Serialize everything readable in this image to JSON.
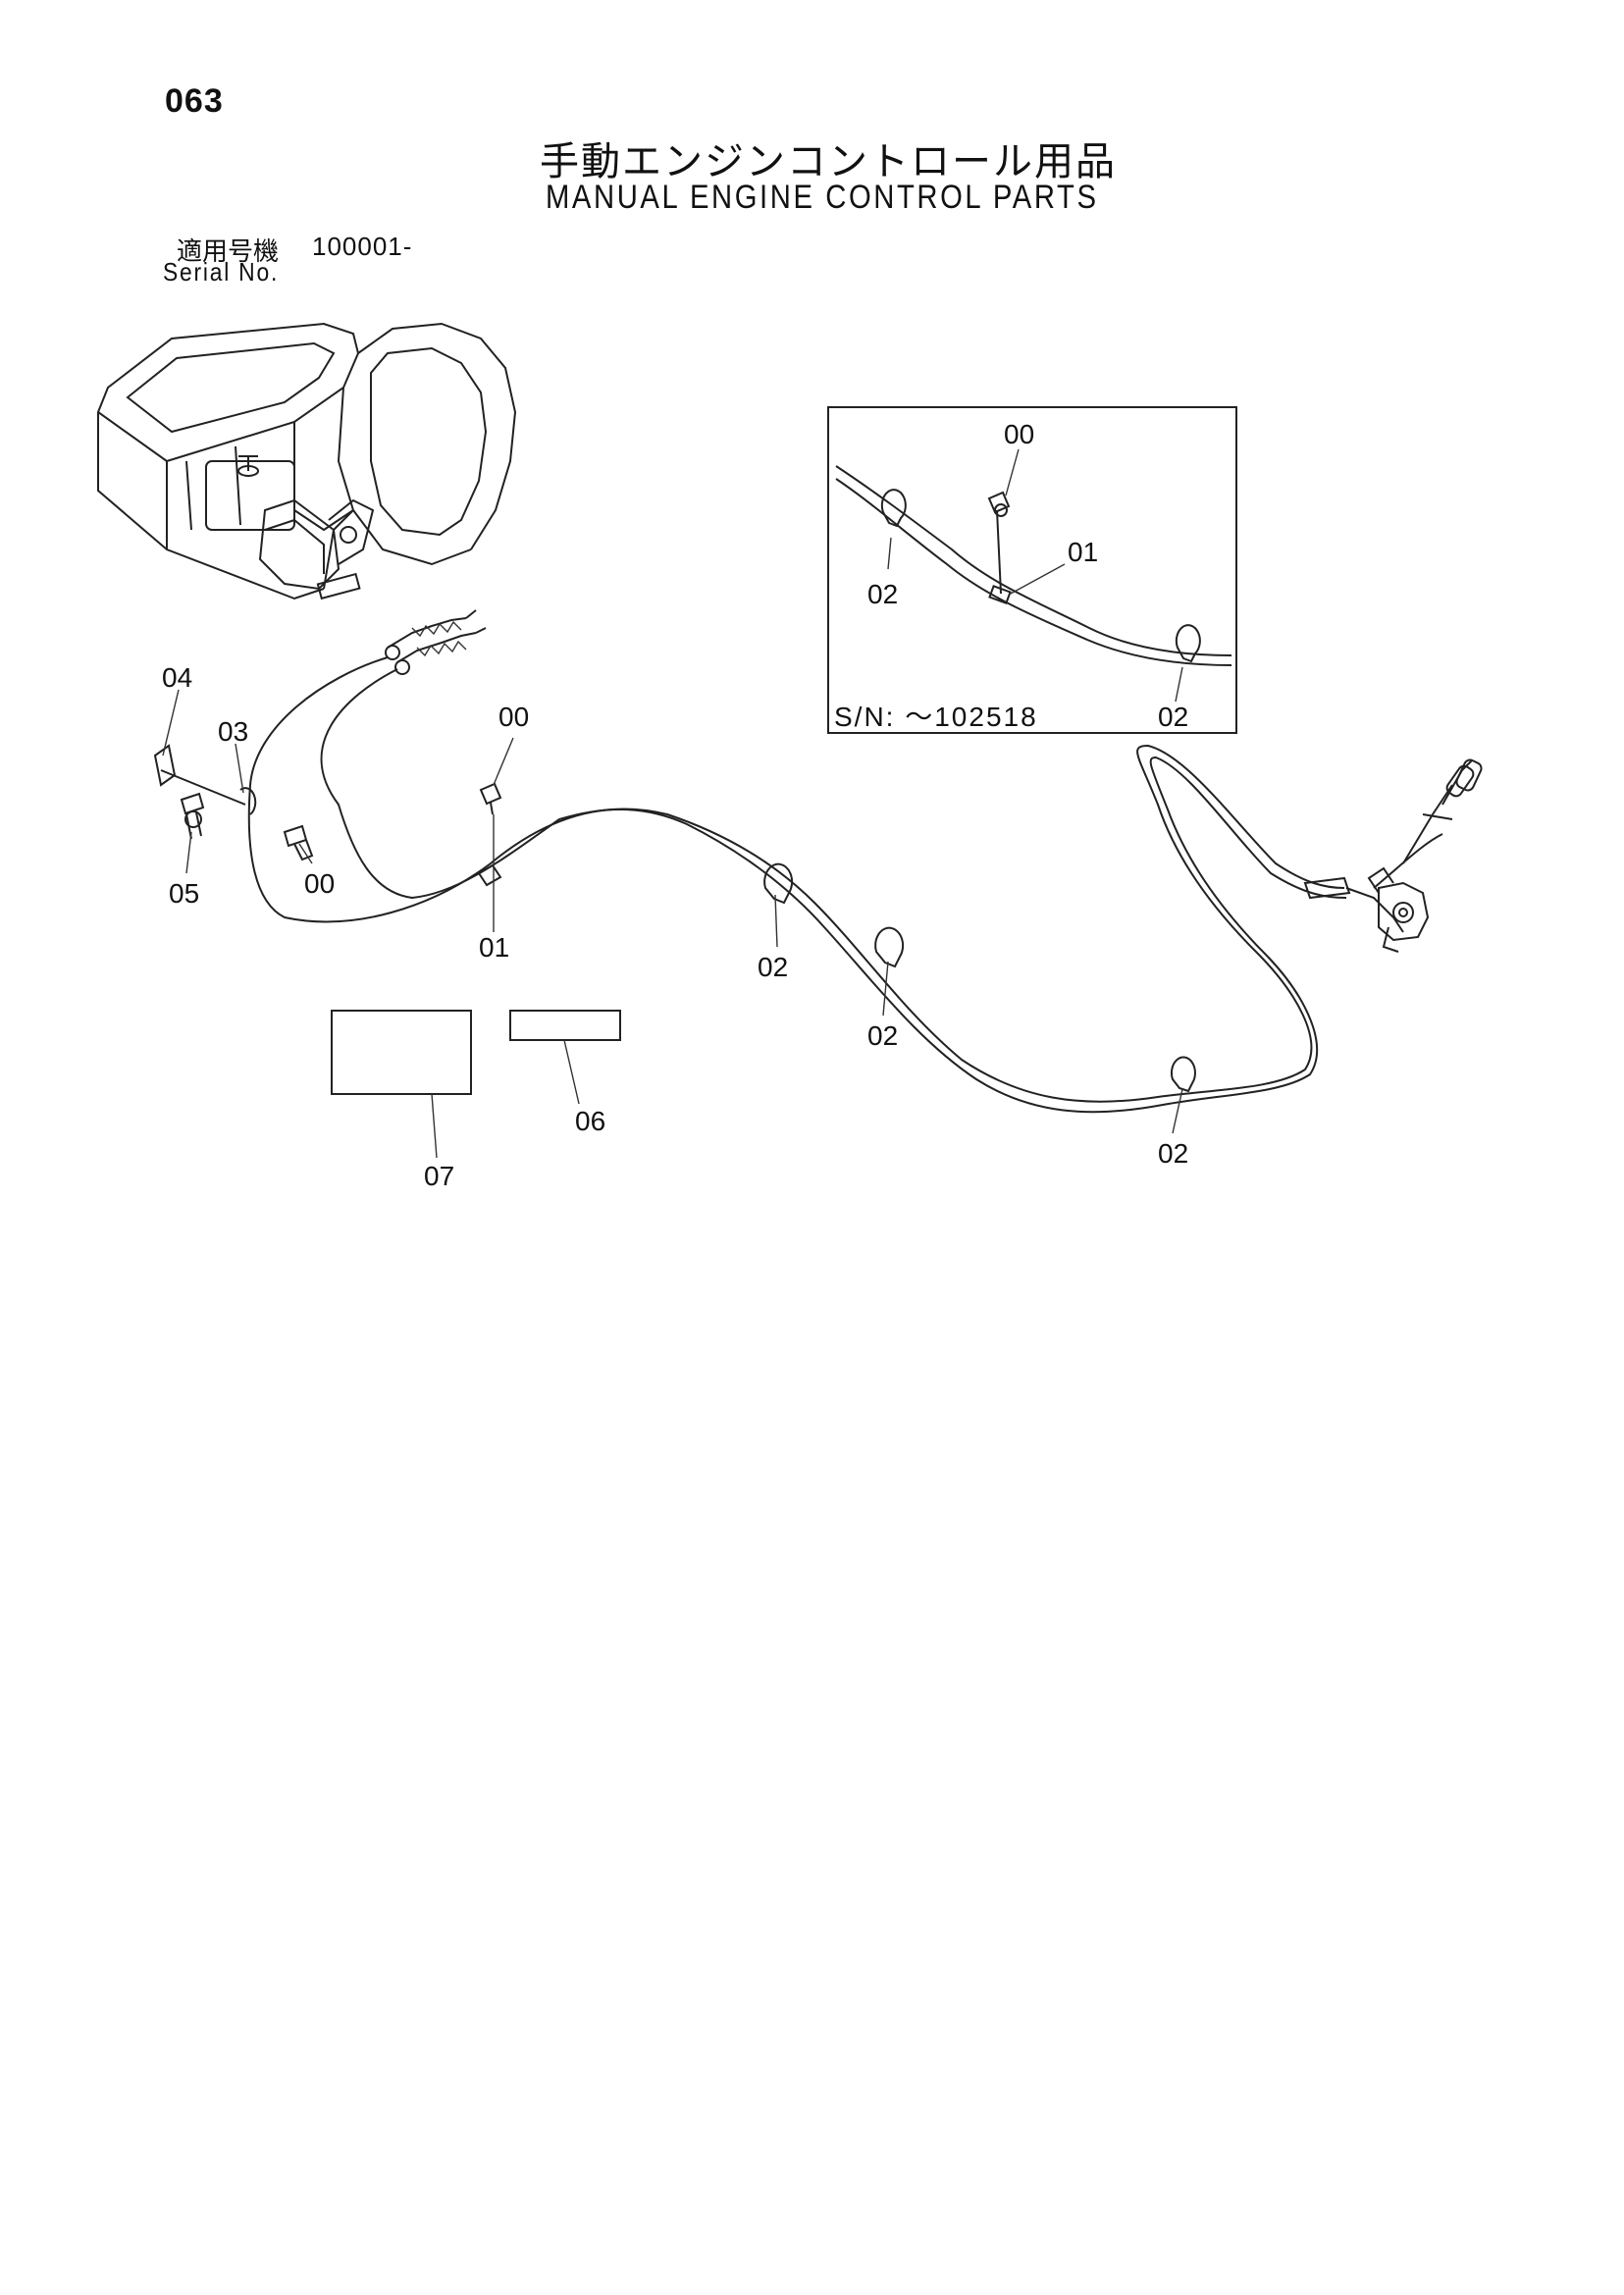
{
  "page": {
    "number": "063",
    "title_jp": "手動エンジンコントロール用品",
    "title_en": "MANUAL ENGINE CONTROL PARTS",
    "applicability_label_jp": "適用号機",
    "applicability_value": "100001-",
    "serial_label": "Serial No."
  },
  "diagram": {
    "inset_serial_note": "S/N: ～102518",
    "callouts": [
      {
        "id": "main-04",
        "text": "04"
      },
      {
        "id": "main-03",
        "text": "03"
      },
      {
        "id": "main-05",
        "text": "05"
      },
      {
        "id": "main-00-left",
        "text": "00"
      },
      {
        "id": "main-00-top",
        "text": "00"
      },
      {
        "id": "main-01",
        "text": "01"
      },
      {
        "id": "main-02-a",
        "text": "02"
      },
      {
        "id": "main-02-b",
        "text": "02"
      },
      {
        "id": "main-02-c",
        "text": "02"
      },
      {
        "id": "main-06",
        "text": "06"
      },
      {
        "id": "main-07",
        "text": "07"
      },
      {
        "id": "inset-00",
        "text": "00"
      },
      {
        "id": "inset-01",
        "text": "01"
      },
      {
        "id": "inset-02-left",
        "text": "02"
      },
      {
        "id": "inset-02-right",
        "text": "02"
      }
    ]
  }
}
